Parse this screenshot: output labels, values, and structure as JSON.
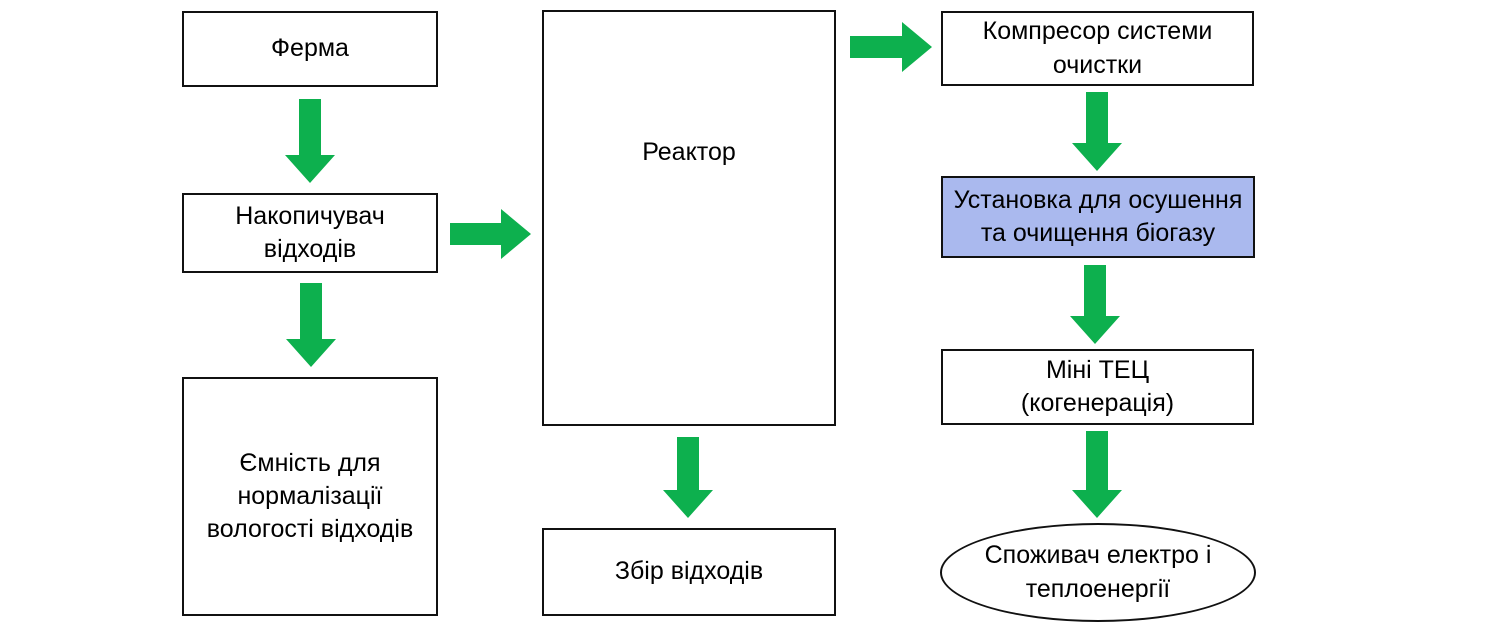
{
  "colors": {
    "arrow_green": "#0db04e",
    "highlight_fill": "#aab9ee",
    "node_border": "#111111",
    "node_fill": "#ffffff",
    "background": "#ffffff",
    "text": "#000000"
  },
  "diagram": {
    "nodes": {
      "farm": {
        "label": "Ферма",
        "shape": "rect"
      },
      "accumulator": {
        "label": "Накопичувач\nвідходів",
        "shape": "rect"
      },
      "moisture_tank": {
        "label": "Ємність для\nнормалізації\nвологості відходів",
        "shape": "rect"
      },
      "reactor": {
        "label": "Реактор",
        "shape": "rect"
      },
      "waste_collection": {
        "label": "Збір відходів",
        "shape": "rect"
      },
      "compressor": {
        "label": "Компресор системи\nочистки",
        "shape": "rect"
      },
      "drying_unit": {
        "label": "Установка для осушення\nта очищення біогазу",
        "shape": "rect",
        "highlighted": true
      },
      "mini_chp": {
        "label": "Міні ТЕЦ\n(когенерація)",
        "shape": "rect"
      },
      "consumer": {
        "label": "Споживач електро і\nтеплоенергії",
        "shape": "ellipse"
      }
    },
    "edges": [
      {
        "from": "farm",
        "to": "accumulator",
        "direction": "down"
      },
      {
        "from": "accumulator",
        "to": "moisture_tank",
        "direction": "down"
      },
      {
        "from": "accumulator",
        "to": "reactor",
        "direction": "right"
      },
      {
        "from": "reactor",
        "to": "compressor",
        "direction": "right"
      },
      {
        "from": "reactor",
        "to": "waste_collection",
        "direction": "down"
      },
      {
        "from": "compressor",
        "to": "drying_unit",
        "direction": "down"
      },
      {
        "from": "drying_unit",
        "to": "mini_chp",
        "direction": "down"
      },
      {
        "from": "mini_chp",
        "to": "consumer",
        "direction": "down"
      }
    ]
  }
}
